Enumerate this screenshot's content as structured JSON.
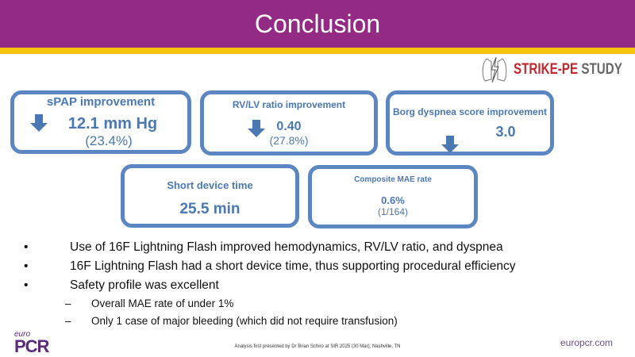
{
  "title": "Conclusion",
  "logo": {
    "part1": "STRIKE-PE",
    "part2": "STUDY"
  },
  "boxes": [
    {
      "label": "sPAP improvement",
      "value": "12.1 mm Hg",
      "sub": "(23.4%)",
      "icon": "arrow-down-icon"
    },
    {
      "label": "RV/LV ratio improvement",
      "value": "0.40",
      "sub": "(27.8%)",
      "icon": "arrow-down-icon"
    },
    {
      "label": "Borg dyspnea score improvement",
      "value": "3.0",
      "icon": "arrow-down-icon"
    },
    {
      "label": "Short device time",
      "value": "25.5 min"
    },
    {
      "label": "Composite MAE rate",
      "value": "0.6%",
      "sub": "(1/164)"
    }
  ],
  "bullets": [
    "Use of 16F Lightning Flash improved hemodynamics, RV/LV ratio, and dyspnea",
    "16F Lightning Flash had a short device time, thus supporting procedural efficiency",
    "Safety profile was excellent"
  ],
  "subbullets": [
    "Overall MAE rate of under 1%",
    "Only 1 case of major bleeding (which did not require transfusion)"
  ],
  "footer": {
    "brand_small": "euro",
    "brand_big": "PCR",
    "note": "Analysis first presented by Dr Brian Schiro at SIR 2025 (30 Mar); Nashville, TN",
    "url": "europcr.com"
  },
  "colors": {
    "header": "#932a84",
    "accent": "#f5c40f",
    "box": "#5b86c2"
  }
}
